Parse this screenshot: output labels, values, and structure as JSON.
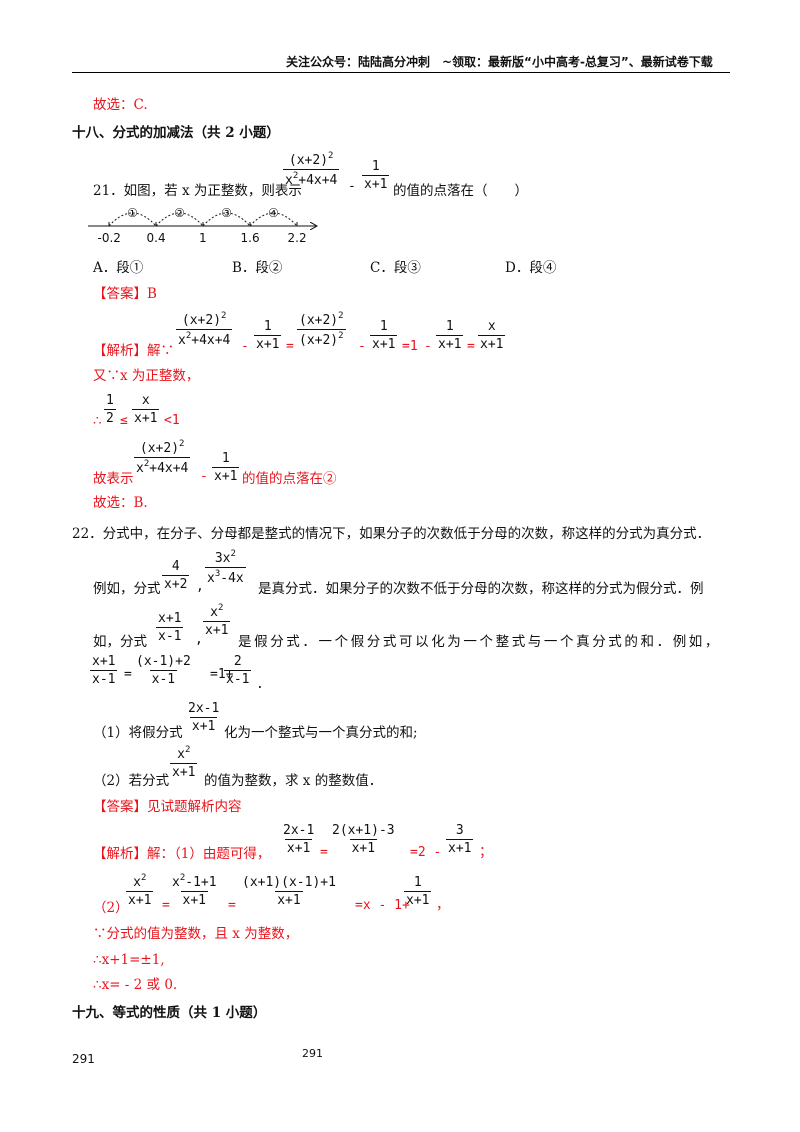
{
  "header": {
    "text": "关注公众号：陆陆高分冲刺　~领取：最新版“小中高考-总复习”、最新试卷下载"
  },
  "prev": {
    "line": "故选：C."
  },
  "sec18": {
    "title": "十八、分式的加减法（共 2 小题）"
  },
  "q21": {
    "stem_a": "21．如图，若 x 为正整数，则表示",
    "stem_b": "的值的点落在（　　）",
    "frac1_num": "(x+2)",
    "frac1_num_exp": "2",
    "frac1_den_a": "x",
    "frac1_den_exp": "2",
    "frac1_den_b": "+4x+4",
    "minus": "-",
    "frac2_num": "1",
    "frac2_den": "x+1",
    "numberline": {
      "ticks": [
        "-0.2",
        "0.4",
        "1",
        "1.6",
        "2.2"
      ],
      "segments": [
        "①",
        "②",
        "③",
        "④"
      ]
    },
    "options": [
      "A．段①",
      "B．段②",
      "C．段③",
      "D．段④"
    ],
    "answer_label": "【答案】B",
    "jiexi_label": "【解析】解∵",
    "eq": "=",
    "eq1": "=1",
    "f_x_num": "x",
    "f_x_den": "x+1",
    "f_d_den": "(x+2)",
    "f_d_den_exp": "2",
    "line_you": "又∵x 为正整数，",
    "half_num": "1",
    "half_den": "2",
    "ineq_le": "≤",
    "ineq_lt": "<1",
    "therefore": "∴",
    "conclusion_a": "故表示",
    "conclusion_b": "的值的点落在②",
    "choose": "故选：B."
  },
  "q22": {
    "line1": "22．分式中，在分子、分母都是整式的情况下，如果分子的次数低于分母的次数，称这样的分式为真分式．",
    "line2_a": "例如，分式",
    "line2_b": "是真分式．如果分子的次数不低于分母的次数，称这样的分式为假分式．例",
    "ex1_num": "4",
    "ex1_den": "x+2",
    "ex1_comma": ",",
    "ex2_num_a": "3x",
    "ex2_num_exp": "2",
    "ex2_den_a": "x",
    "ex2_den_exp": "3",
    "ex2_den_b": "-4x",
    "line3_a": "如，分式",
    "line3_b": "是假分式．一个假分式可以化为一个整式与一个真分式的和．例如，",
    "ex3_num": "x+1",
    "ex3_den": "x-1",
    "ex4_num_a": "x",
    "ex4_num_exp": "2",
    "ex4_den": "x+1",
    "ex5_num": "x+1",
    "ex5_den": "x-1",
    "ex5_eq": "=",
    "ex6_num": "(x-1)+2",
    "ex6_den": "x-1",
    "ex6_eq": "=1+",
    "ex7_num": "2",
    "ex7_den": "x-1",
    "ex7_end": ".",
    "p1_a": "（1）将假分式",
    "p1_b": "化为一个整式与一个真分式的和;",
    "p1_num": "2x-1",
    "p1_den": "x+1",
    "p2_a": "（2）若分式",
    "p2_b": "的值为整数，求 x 的整数值．",
    "p2_num_a": "x",
    "p2_num_exp": "2",
    "p2_den": "x+1",
    "answer": "【答案】见试题解析内容",
    "s1_a": "【解析】解：（1）由题可得，",
    "s1_f1_num": "2x-1",
    "s1_f1_den": "x+1",
    "s1_eq": "=",
    "s1_f2_num": "2(x+1)-3",
    "s1_f2_den": "x+1",
    "s1_eq2": "=2 -",
    "s1_f3_num": "3",
    "s1_f3_den": "x+1",
    "s1_end": "；",
    "s2_a": "（2）",
    "s2_f1_num_a": "x",
    "s2_f1_num_exp": "2",
    "s2_f1_den": "x+1",
    "s2_eq": "=",
    "s2_f2_num_a": "x",
    "s2_f2_num_exp": "2",
    "s2_f2_num_b": "-1+1",
    "s2_f2_den": "x+1",
    "s2_eq2": "=",
    "s2_f3_num": "(x+1)(x-1)+1",
    "s2_f3_den": "x+1",
    "s2_eq3": "=x - 1+",
    "s2_f4_num": "1",
    "s2_f4_den": "x+1",
    "s2_end": "，",
    "s3": "∵分式的值为整数，且 x 为整数，",
    "s4": "∴x+1=±1,",
    "s5": "∴x= - 2 或 0."
  },
  "sec19": {
    "title": "十九、等式的性质（共 1 小题）"
  },
  "footer": {
    "page_left": "291",
    "page_center": "291"
  }
}
